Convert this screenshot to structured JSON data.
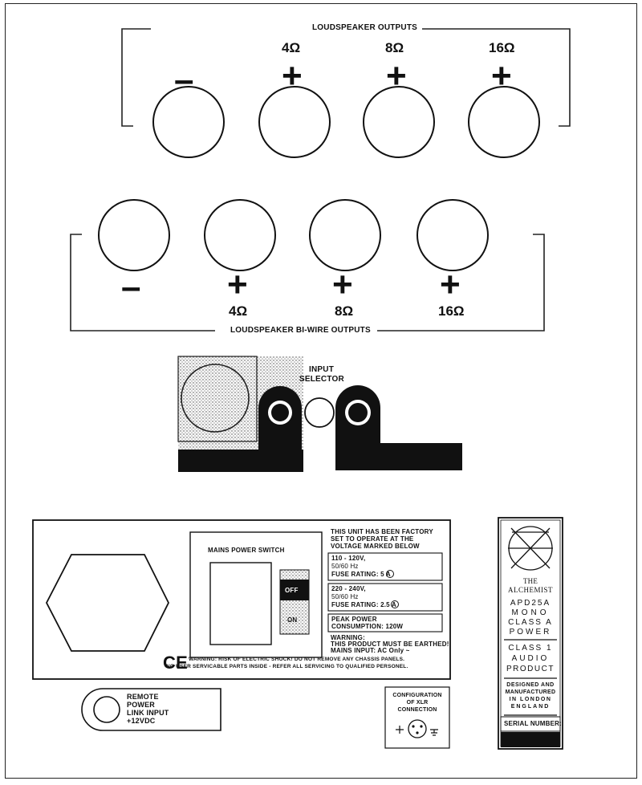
{
  "outputs": {
    "title": "LOUDSPEAKER OUTPUTS",
    "terminals": [
      {
        "sign": "–",
        "ohm": ""
      },
      {
        "sign": "+",
        "ohm": "4Ω"
      },
      {
        "sign": "+",
        "ohm": "8Ω"
      },
      {
        "sign": "+",
        "ohm": "16Ω"
      }
    ]
  },
  "biwire": {
    "title": "LOUDSPEAKER BI-WIRE OUTPUTS",
    "terminals": [
      {
        "sign": "–",
        "ohm": ""
      },
      {
        "sign": "+",
        "ohm": "4Ω"
      },
      {
        "sign": "+",
        "ohm": "8Ω"
      },
      {
        "sign": "+",
        "ohm": "16Ω"
      }
    ]
  },
  "input_selector": {
    "line1": "INPUT",
    "line2": "SELECTOR"
  },
  "power_panel": {
    "mains_switch_label": "MAINS POWER SWITCH",
    "off_label": "OFF",
    "on_label": "ON",
    "factory_note_1": "THIS UNIT HAS BEEN FACTORY",
    "factory_note_2": "SET TO OPERATE AT THE",
    "factory_note_3": "VOLTAGE MARKED BELOW",
    "voltage_1": {
      "range": "110 - 120V,",
      "freq": "50/60 Hz",
      "fuse": "FUSE RATING: 5 A"
    },
    "voltage_2": {
      "range": "220 - 240V,",
      "freq": "50/60 Hz",
      "fuse": "FUSE RATING: 2.5 A"
    },
    "peak_1": "PEAK POWER",
    "peak_2": "CONSUMPTION: 120W",
    "earth_1": "WARNING:",
    "earth_2": "THIS PRODUCT MUST BE EARTHED!",
    "earth_3": "MAINS INPUT: AC Only ~",
    "warning_1": "WARNING: RISK OF ELECTRIC SHOCK! DO NOT REMOVE ANY CHASSIS PANELS.",
    "warning_2": "NO USER SERVICABLE PARTS INSIDE - REFER ALL SERVICING TO QUALIFIED PERSONEL.",
    "ce_mark": "CE"
  },
  "remote": {
    "line1": "REMOTE",
    "line2": "POWER",
    "line3": "LINK INPUT",
    "line4": "+12VDC"
  },
  "xlr": {
    "line1": "CONFIGURATION",
    "line2": "OF XLR",
    "line3": "CONNECTION"
  },
  "brand": {
    "line1": "THE",
    "line2": "ALCHEMIST",
    "model": [
      "APD25A",
      "MONO",
      "CLASS A",
      "POWER"
    ],
    "class_lines": [
      "CLASS 1",
      "AUDIO",
      "PRODUCT"
    ],
    "made_lines": [
      "DESIGNED AND",
      "MANUFACTURED",
      "IN LONDON",
      "ENGLAND"
    ],
    "serial_label": "SERIAL NUMBER:"
  }
}
